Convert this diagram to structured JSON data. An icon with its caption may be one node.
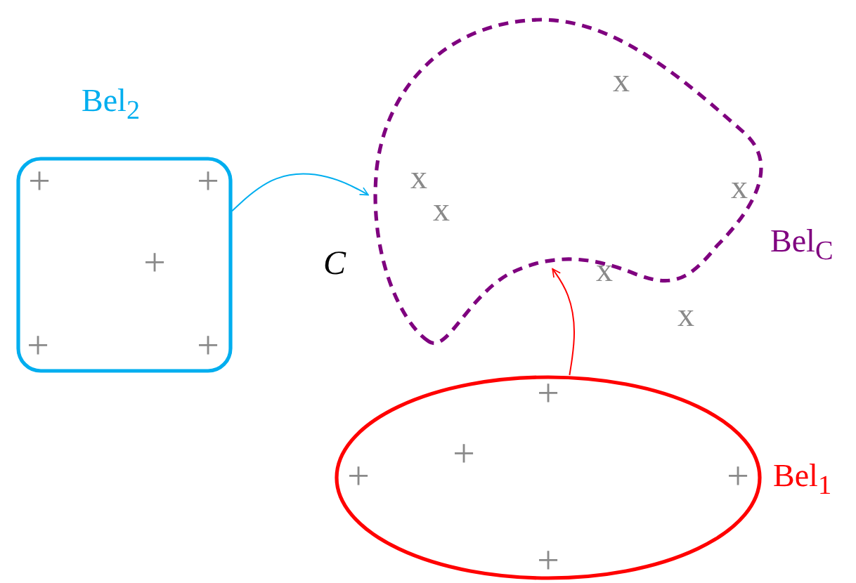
{
  "diagram": {
    "nodes": [
      {
        "text": [
          "Bel$_{2}$"
        ]
      },
      {
        "text": [
          "Bel$_{C}$"
        ]
      },
      {
        "text": [
          "Bel$_{1}$"
        ]
      }
    ],
    "edges": [
      {
        "from": 0,
        "to": 1,
        "arrow": "to",
        "color": "#00aeef"
      },
      {
        "from": 2,
        "to": 1,
        "arrow": "to",
        "color": "#ff0000"
      }
    ],
    "labels": [
      "x",
      "+",
      "+",
      "x",
      "x",
      "x",
      "+",
      "C",
      "x",
      "x",
      "+",
      "+",
      "+",
      "+",
      "+",
      "+",
      "+"
    ]
  }
}
